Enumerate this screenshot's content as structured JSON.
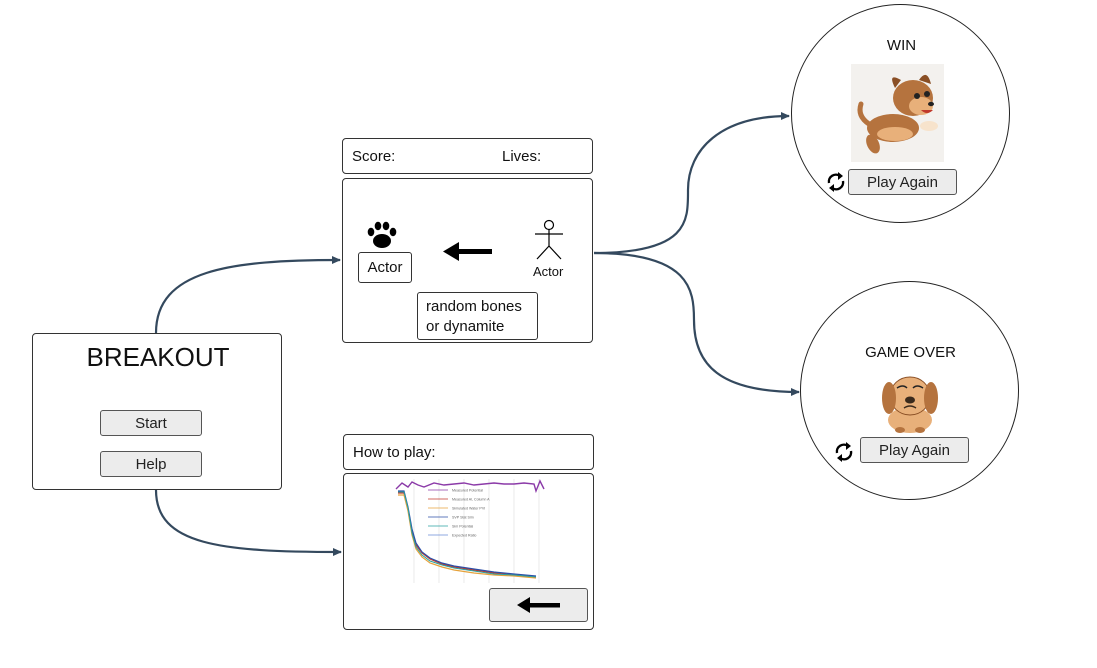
{
  "start_screen": {
    "title": "BREAKOUT",
    "start_label": "Start",
    "help_label": "Help"
  },
  "game_screen": {
    "score_label": "Score:",
    "lives_label": "Lives:",
    "player_label": "Actor",
    "enemy_label": "Actor",
    "drop_text_line1": "random bones",
    "drop_text_line2": "or dynamite"
  },
  "help_screen": {
    "title": "How to play:",
    "graph_legend": [
      "Measured Potential",
      "Measured Al, Column A",
      "Simulated Water PVI",
      "SVP Stat Sim",
      "Sim Potential",
      "Expected Ratio"
    ]
  },
  "win_screen": {
    "title": "WIN",
    "play_again_label": "Play Again"
  },
  "lose_screen": {
    "title": "GAME OVER",
    "play_again_label": "Play Again"
  },
  "colors": {
    "connector": "#34495e",
    "border": "#333333",
    "button_bg": "#ececec",
    "dog_brown": "#b5733e",
    "dog_light": "#e8b07a"
  }
}
